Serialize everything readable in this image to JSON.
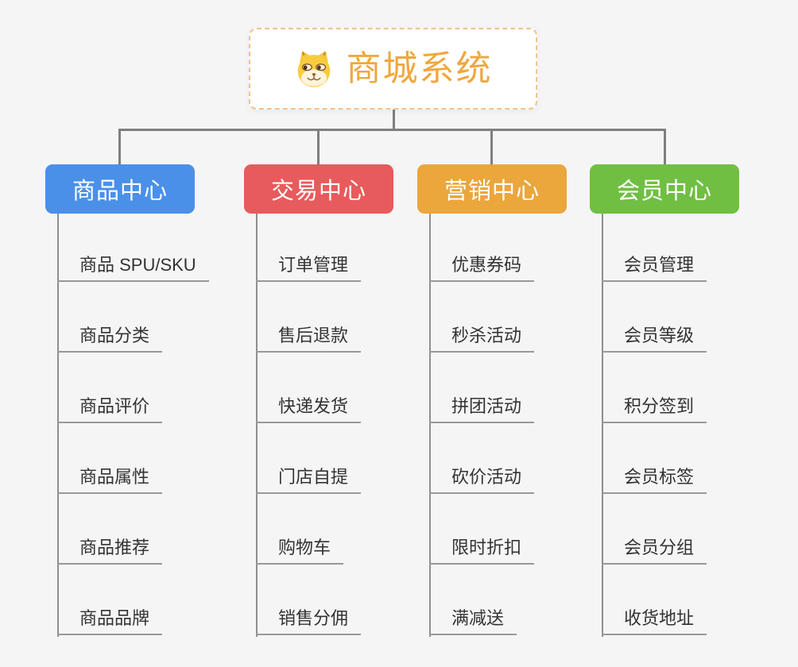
{
  "root": {
    "title": "商城系统",
    "icon": "doge-face-icon"
  },
  "branches": [
    {
      "label": "商品中心",
      "color": "#4A90E8",
      "items": [
        "商品 SPU/SKU",
        "商品分类",
        "商品评价",
        "商品属性",
        "商品推荐",
        "商品品牌"
      ]
    },
    {
      "label": "交易中心",
      "color": "#E75B5C",
      "items": [
        "订单管理",
        "售后退款",
        "快递发货",
        "门店自提",
        "购物车",
        "销售分佣"
      ]
    },
    {
      "label": "营销中心",
      "color": "#EBA63C",
      "items": [
        "优惠券码",
        "秒杀活动",
        "拼团活动",
        "砍价活动",
        "限时折扣",
        "满减送"
      ]
    },
    {
      "label": "会员中心",
      "color": "#70BF43",
      "items": [
        "会员管理",
        "会员等级",
        "积分签到",
        "会员标签",
        "会员分组",
        "收货地址"
      ]
    }
  ],
  "colors": {
    "background": "#F5F5F6",
    "connector": "#7F7F7F",
    "underline": "#999999",
    "root_text": "#F0A73E",
    "root_border": "#F0C489",
    "item_text": "#333333"
  }
}
